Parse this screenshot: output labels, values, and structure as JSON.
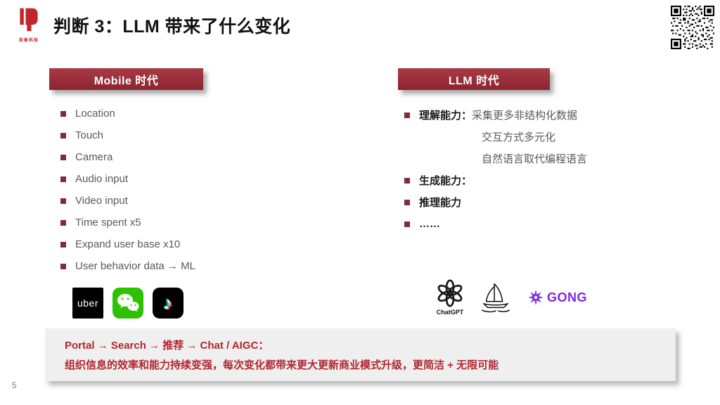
{
  "slide": {
    "title": "判断 3：LLM 带来了什么变化",
    "page_number": "5",
    "brand_name": "拾象科技"
  },
  "left": {
    "header": "Mobile 时代",
    "items": [
      "Location",
      "Touch",
      "Camera",
      "Audio input",
      "Video input",
      "Time spent x5",
      "Expand user base x10",
      "User behavior data → ML"
    ],
    "logos": {
      "uber_label": "uber"
    }
  },
  "right": {
    "header": "LLM 时代",
    "item1": {
      "label": "理解能力：",
      "text": "采集更多非结构化数据",
      "sub1": "交互方式多元化",
      "sub2": "自然语言取代编程语言"
    },
    "item2": "生成能力：",
    "item3": "推理能力",
    "item4": "……",
    "logos": {
      "chatgpt_label": "ChatGPT",
      "gong_label": "GONG"
    }
  },
  "footer": {
    "line1": "Portal → Search → 推荐 → Chat / AIGC：",
    "line2": "组织信息的效率和能力持续变强，每次变化都带来更大更新商业模式升级，更简洁 + 无限可能"
  },
  "colors": {
    "accent": "#c0272d",
    "banner": "#8c2530",
    "gong": "#7d2ae8",
    "wechat": "#2dc100"
  }
}
